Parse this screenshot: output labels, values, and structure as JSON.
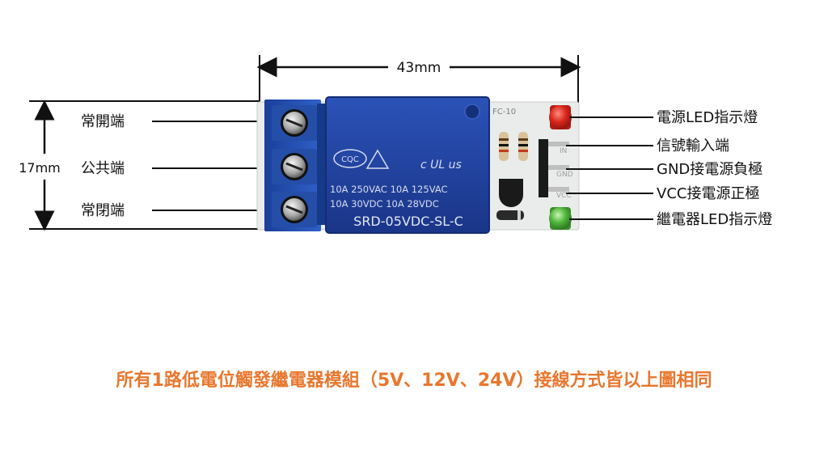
{
  "dimensions": {
    "width_label": "43mm",
    "height_label": "17mm"
  },
  "left_labels": {
    "normally_open": "常開端",
    "common": "公共端",
    "normally_closed": "常閉端"
  },
  "right_labels": {
    "power_led": "電源LED指示燈",
    "signal_input": "信號輸入端",
    "gnd": "GND接電源負極",
    "vcc": "VCC接電源正極",
    "relay_led": "繼電器LED指示燈"
  },
  "board": {
    "relay_logo": "CQC",
    "relay_ul": "c UL us",
    "relay_rating_line1": "10A 250VAC  10A 125VAC",
    "relay_rating_line2": "10A  30VDC  10A  28VDC",
    "relay_model": "SRD-05VDC-SL-C",
    "pin_in": "IN",
    "pin_gnd": "GND",
    "pin_vcc": "VCC",
    "silk_top": "FC-10"
  },
  "caption": "所有1路低電位觸發繼電器模組（5V、12V、24V）接線方式皆以上圖相同",
  "colors": {
    "relay_blue": "#1f3f9e",
    "terminal_blue": "#1d4aa8",
    "pcb_white": "#e9ecea",
    "caption_orange": "#e8772e",
    "led_red": "#d9271c",
    "led_green": "#4fb53a"
  },
  "icons": {
    "dimension_arrows": "double-arrow-icon",
    "screw_terminal": "screw-icon"
  }
}
